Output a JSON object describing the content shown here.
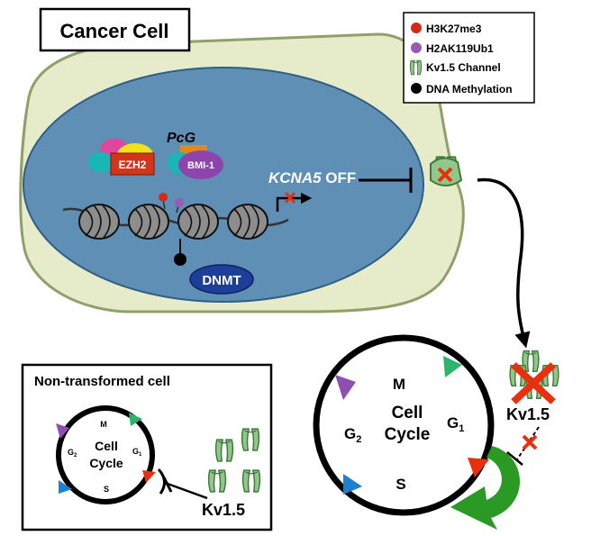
{
  "colors": {
    "cell_fill": "#e6ecc9",
    "cell_stroke": "#8fa06a",
    "nucleus_fill": "#5f8fb4",
    "nucleus_stroke": "#2f5f86",
    "channel_green": "#93c68a",
    "channel_dark": "#3d7a3a",
    "h3k27me3": "#d42a16",
    "h2ak119ub1": "#9b59b6",
    "dna_methylation": "#000000",
    "ezh2": "#d4341c",
    "bmi1": "#8e44ad",
    "dnmt": "#1d3f9a",
    "arrow_green": "#2a9a25",
    "phase_m": "#2db36b",
    "phase_g1": "#e8300f",
    "phase_s": "#1f7fd1",
    "phase_g2": "#8e4fb3"
  },
  "title": "Cancer Cell",
  "legend": {
    "items": [
      {
        "label": "H3K27me3",
        "icon": "red-dot"
      },
      {
        "label": "H2AK119Ub1",
        "icon": "purple-dot"
      },
      {
        "label": "Kv1.5 Channel",
        "icon": "channel-icon"
      },
      {
        "label": "DNA Methylation",
        "icon": "black-dot"
      }
    ]
  },
  "nucleus": {
    "pcg_label": "PcG",
    "ezh2_label": "EZH2",
    "bmi1_label": "BMI-1",
    "gene_label": "KCNA5",
    "gene_state": " OFF",
    "dnmt_label": "DNMT"
  },
  "cancer_cycle": {
    "title_line1": "Cell",
    "title_line2": "Cycle",
    "m": "M",
    "g1": "G",
    "g1_sub": "1",
    "g2": "G",
    "g2_sub": "2",
    "s": "S",
    "kv_label": "Kv1.5"
  },
  "normal": {
    "title": "Non-transformed cell",
    "title_line1": "Cell",
    "title_line2": "Cycle",
    "m": "M",
    "g1": "G",
    "g1_sub": "1",
    "g2": "G",
    "g2_sub": "2",
    "s": "S",
    "kv_label": "Kv1.5"
  }
}
